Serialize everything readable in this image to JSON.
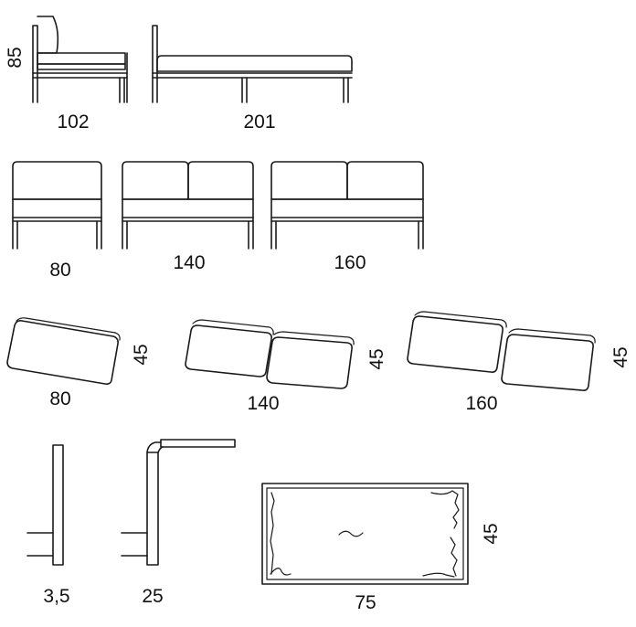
{
  "dimensions": {
    "side_height": "85",
    "side_depth": "102",
    "bed_length": "201",
    "module_80": "80",
    "module_140": "140",
    "module_160": "160",
    "cushion_80": "80",
    "cushion_140": "140",
    "cushion_160": "160",
    "cushion_height_1": "45",
    "cushion_height_2": "45",
    "cushion_height_3": "45",
    "panel_thickness": "3,5",
    "shelf_depth": "25",
    "table_width": "75",
    "table_depth": "45"
  }
}
